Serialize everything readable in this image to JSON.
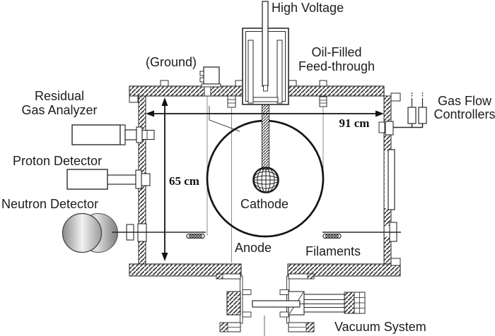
{
  "figure": {
    "labels": {
      "high_voltage": "High Voltage",
      "oil_filled_line1": "Oil-Filled",
      "oil_filled_line2": "Feed-through",
      "ground": "(Ground)",
      "residual_line1": "Residual",
      "residual_line2": "Gas Analyzer",
      "proton_detector": "Proton Detector",
      "neutron_detector": "Neutron Detector",
      "gas_flow_line1": "Gas Flow",
      "gas_flow_line2": "Controllers",
      "cathode": "Cathode",
      "anode": "Anode",
      "filaments": "Filaments",
      "vacuum_system": "Vacuum System"
    },
    "dimensions": {
      "chamber_width": "91 cm",
      "chamber_height": "65 cm"
    },
    "colors": {
      "ink": "#2b2b2b",
      "background": "#ffffff",
      "detector_gray_dark": "#8f8f8f",
      "detector_gray_light": "#e9e9e9"
    }
  }
}
